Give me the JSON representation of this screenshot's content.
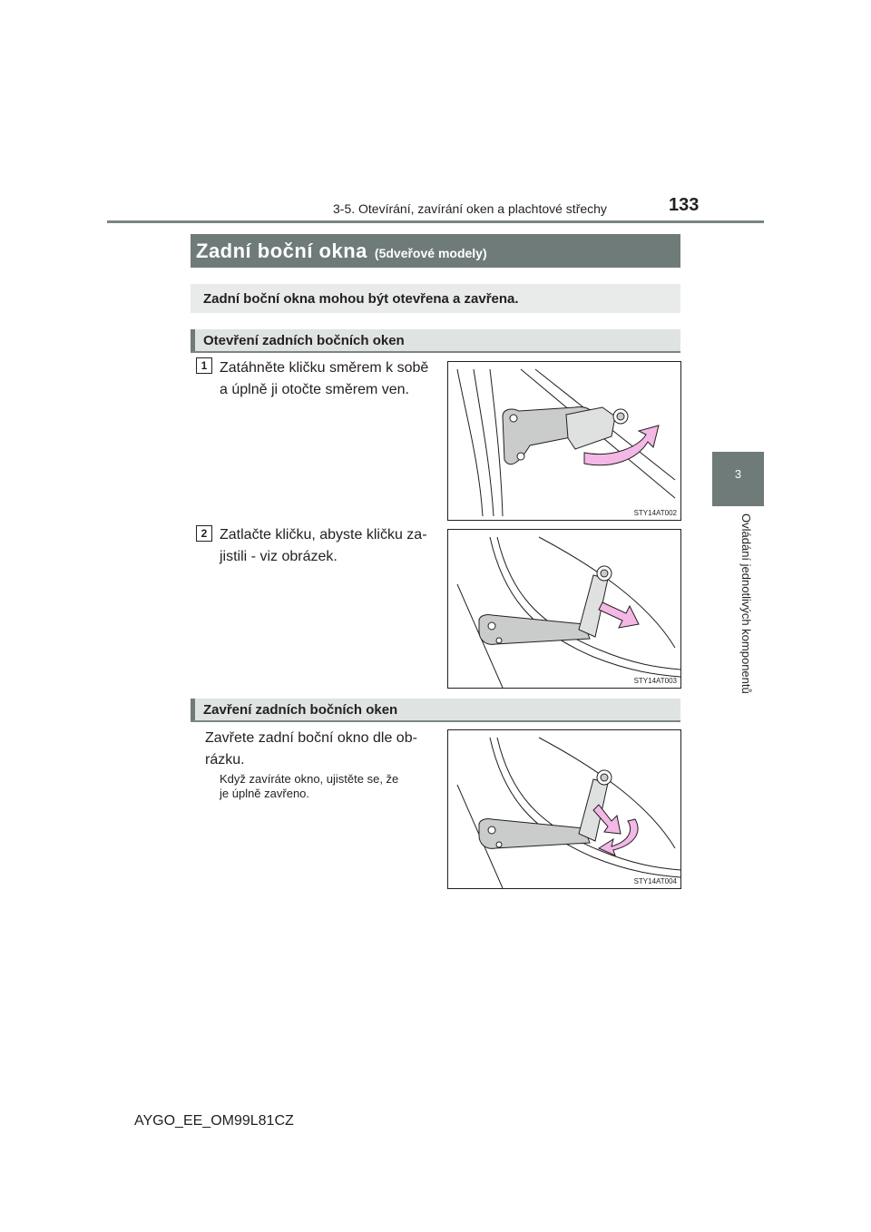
{
  "header": {
    "section": "3-5. Otevírání, zavírání oken a plachtové střechy",
    "page_number": "133"
  },
  "chapter_tab": {
    "number": "3",
    "title": "Ovládání jednotlivých komponentů"
  },
  "section": {
    "title": "Zadní boční okna",
    "subtitle": "(5dveřové modely)"
  },
  "intro": "Zadní boční okna mohou být otevřena a zavřena.",
  "opening": {
    "heading": "Otevření zadních bočních oken",
    "steps": [
      {
        "number": "1",
        "text_line1": "Zatáhněte kličku směrem k sobě",
        "text_line2": "a úplně ji otočte směrem ven.",
        "figure_code": "STY14AT002"
      },
      {
        "number": "2",
        "text_line1": "Zatlačte kličku, abyste kličku za-",
        "text_line2": "jistili - viz obrázek.",
        "figure_code": "STY14AT003"
      }
    ]
  },
  "closing": {
    "heading": "Zavření zadních bočních oken",
    "text_line1": "Zavřete zadní boční okno dle ob-",
    "text_line2": "rázku.",
    "note_line1": "Když zavíráte okno, ujistěte se, že",
    "note_line2": "je úplně zavřeno.",
    "figure_code": "STY14AT004"
  },
  "footer": {
    "code": "AYGO_EE_OM99L81CZ"
  },
  "colors": {
    "tab_gray": "#6f7b79",
    "light_gray": "#e8ebea",
    "arrow_pink": "#f3b8e6"
  }
}
